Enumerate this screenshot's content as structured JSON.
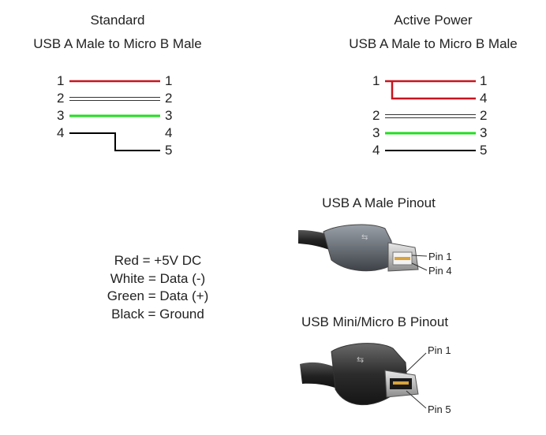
{
  "standard": {
    "title": "Standard",
    "subtitle": "USB A Male to Micro B Male",
    "left_pins": [
      "1",
      "2",
      "3",
      "4"
    ],
    "right_pins": [
      "1",
      "2",
      "3",
      "4",
      "5"
    ]
  },
  "active_power": {
    "title": "Active Power",
    "subtitle": "USB A Male to Micro B Male",
    "left_pins": [
      "1",
      "2",
      "3",
      "4"
    ],
    "right_pins": [
      "1",
      "4",
      "2",
      "3",
      "5"
    ]
  },
  "legend": [
    "Red = +5V DC",
    "White = Data (-)",
    "Green = Data (+)",
    "Black = Ground"
  ],
  "usb_a": {
    "title": "USB A Male Pinout",
    "pin_top": "Pin 1",
    "pin_bottom": "Pin 4"
  },
  "usb_micro": {
    "title": "USB Mini/Micro B Pinout",
    "pin_top": "Pin 1",
    "pin_bottom": "Pin 5"
  },
  "colors": {
    "red": "#c8141e",
    "green": "#22dd22",
    "black": "#000000",
    "white_outline": "#333333"
  }
}
